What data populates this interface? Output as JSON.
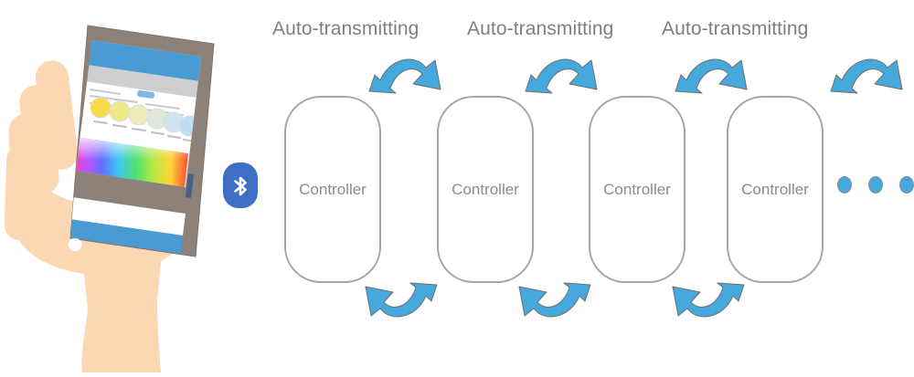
{
  "diagram": {
    "title": "Bluetooth auto-transmitting controller chain",
    "colors": {
      "arrow_blue": "#45A9DD",
      "box_outline": "#A6A6A6",
      "label_gray": "#7F7F7F",
      "controller_text": "#8C8C8C",
      "bluetooth_blue": "#3F6FC4",
      "skin": "#FCD7B4",
      "phone_body": "#8C8279",
      "phone_statusbar": "#4A9BD4"
    },
    "labels": [
      {
        "text": "Auto-transmitting"
      },
      {
        "text": "Auto-transmitting"
      },
      {
        "text": "Auto-transmitting"
      }
    ],
    "controllers": [
      {
        "label": "Controller"
      },
      {
        "label": "Controller"
      },
      {
        "label": "Controller"
      },
      {
        "label": "Controller"
      }
    ],
    "top_arrows": [
      {
        "name": "auto-transmit-arrow-1",
        "direction": "right"
      },
      {
        "name": "auto-transmit-arrow-2",
        "direction": "right"
      },
      {
        "name": "auto-transmit-arrow-3",
        "direction": "right"
      },
      {
        "name": "auto-transmit-arrow-4",
        "direction": "right"
      }
    ],
    "bottom_arrows": [
      {
        "name": "return-arrow-1",
        "direction": "left"
      },
      {
        "name": "return-arrow-2",
        "direction": "left"
      },
      {
        "name": "return-arrow-3",
        "direction": "left"
      }
    ],
    "continuation_dots": 3,
    "bluetooth": {
      "icon": "bluetooth-icon"
    },
    "phone": {
      "icon": "hand-holding-phone-illustration",
      "app": {
        "screen": "color-picker",
        "swatch_count": 6,
        "swatch_colors": [
          "#F4DB47",
          "#EFE98C",
          "#EDECB8",
          "#DCE8D9",
          "#CFE4EE",
          "#BFDDF2"
        ],
        "gradient": "rainbow-color-wheel"
      }
    }
  }
}
